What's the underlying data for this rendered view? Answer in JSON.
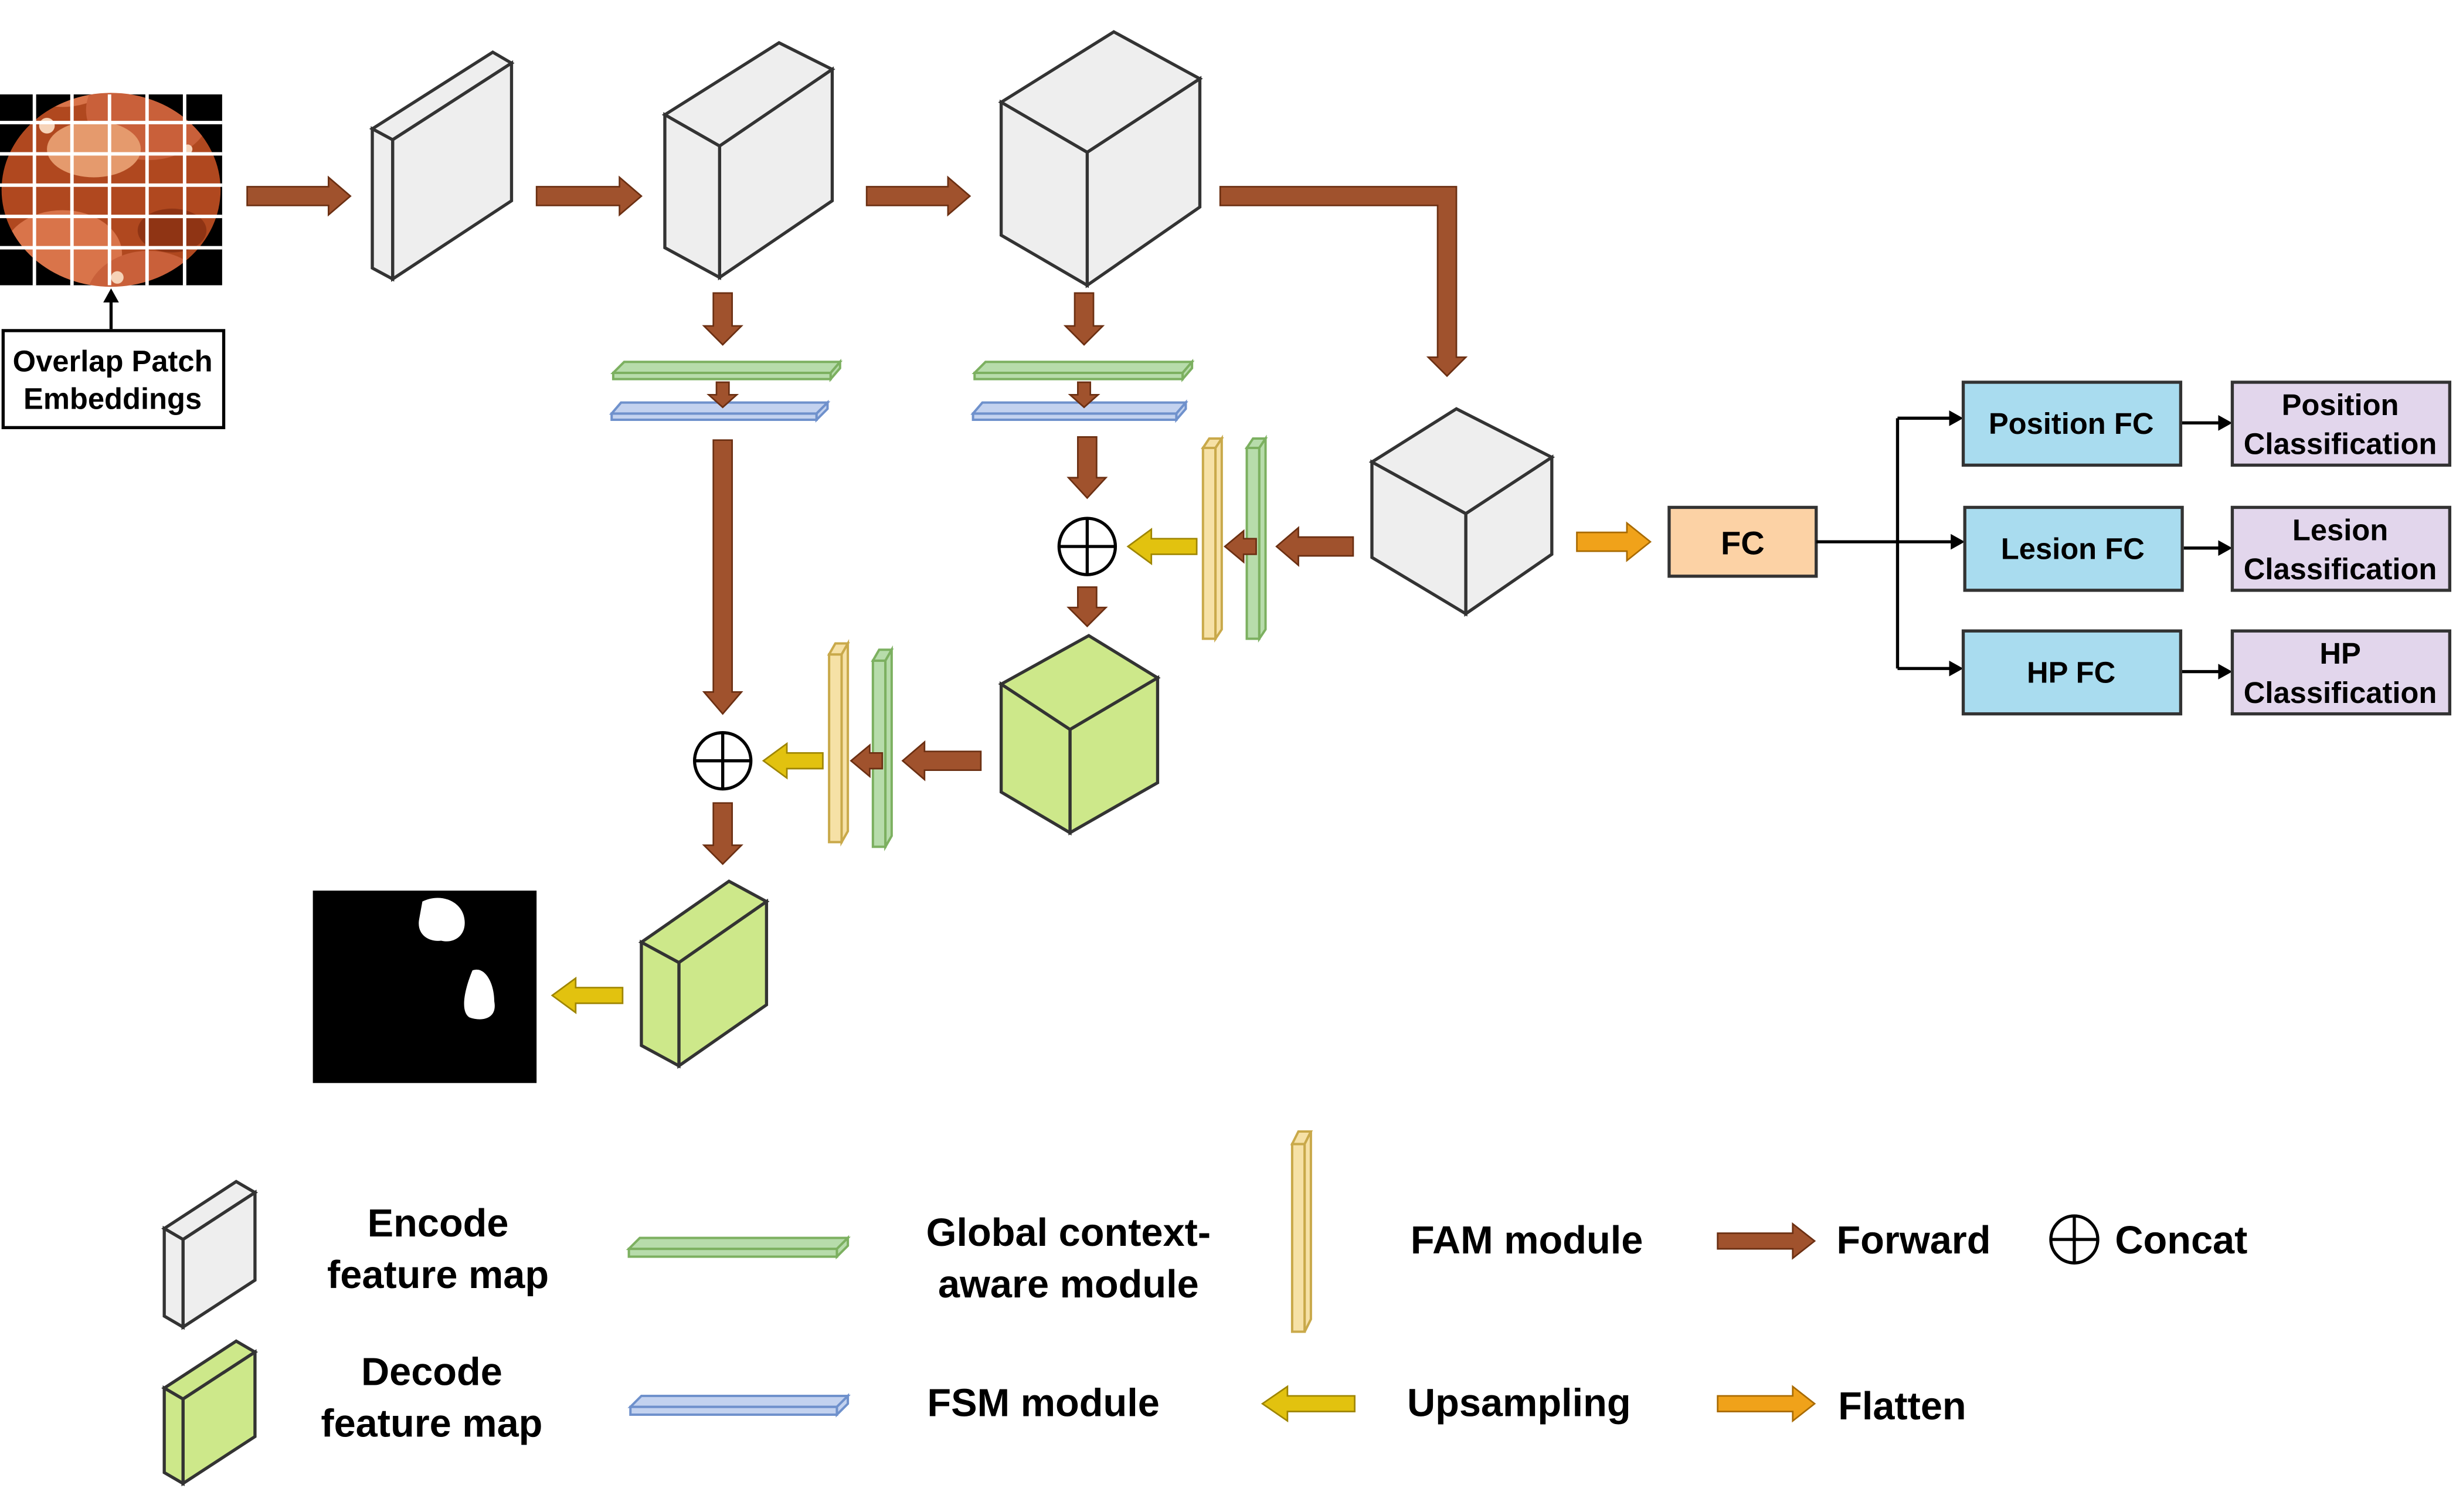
{
  "input": {
    "label_line1": "Overlap Patch",
    "label_line2": "Embeddings"
  },
  "heads": {
    "fc": "FC",
    "branches": [
      {
        "fc": "Position FC",
        "out_line1": "Position",
        "out_line2": "Classification"
      },
      {
        "fc": "Lesion FC",
        "out_line1": "Lesion",
        "out_line2": "Classification"
      },
      {
        "fc": "HP FC",
        "out_line1": "HP",
        "out_line2": "Classification"
      }
    ]
  },
  "legend": {
    "encode_line1": "Encode",
    "encode_line2": "feature map",
    "decode_line1": "Decode",
    "decode_line2": "feature map",
    "gca_line1": "Global context-",
    "gca_line2": "aware module",
    "fsm": "FSM module",
    "fam": "FAM module",
    "upsampling": "Upsampling",
    "forward": "Forward",
    "concat": "Concat",
    "flatten": "Flatten"
  },
  "colors": {
    "forward_arrow": "#a0522d",
    "upsample_arrow": "#e2c20f",
    "flatten_arrow": "#f0a21a",
    "encode_cube": "#eeeeee",
    "decode_cube": "#cde88a",
    "gca_module": "#b7dcab",
    "fsm_module": "#c3d2ef",
    "fam_module": "#f6e1a6",
    "fc_box": "#fcd2a5",
    "branch_fc_box": "#a9dcef",
    "class_box": "#e2d6ec"
  }
}
